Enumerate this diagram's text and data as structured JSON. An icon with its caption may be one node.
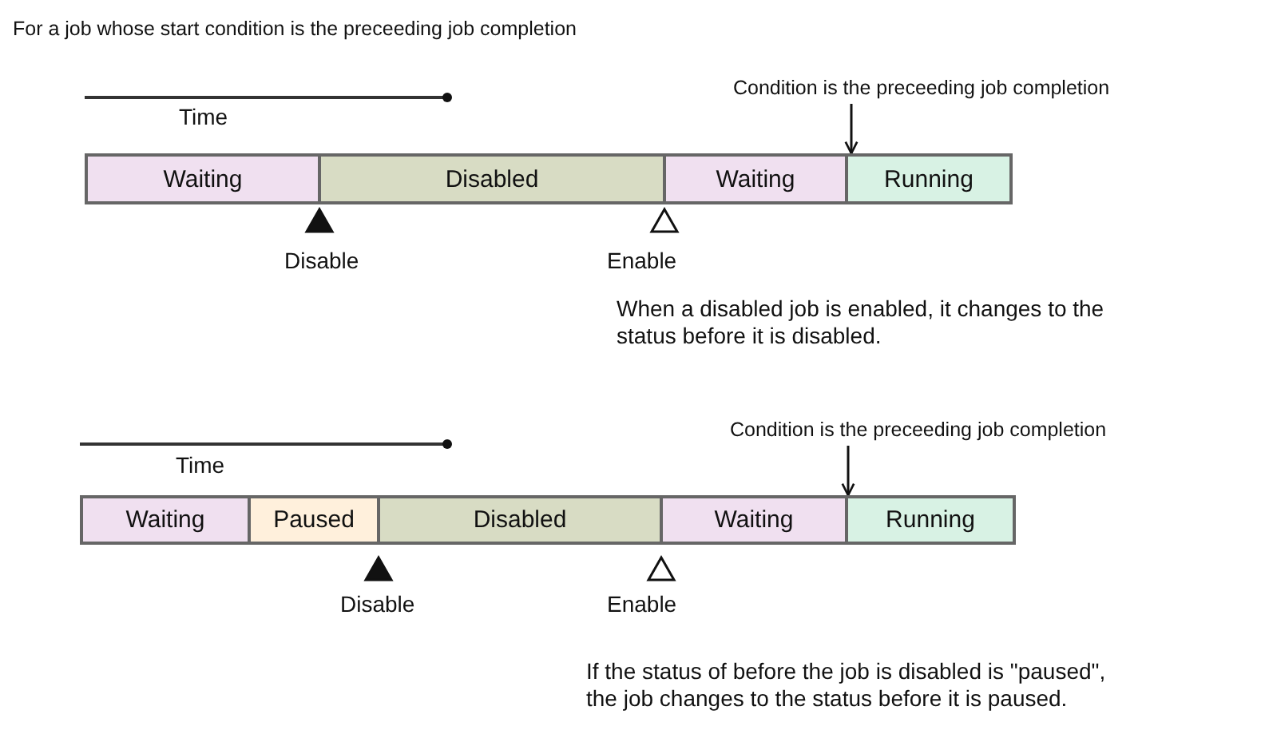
{
  "diagram": {
    "title": "For a job whose start condition is the preceeding job completion",
    "nodes": [
      {
        "text": [
          "Waiting"
        ]
      },
      {
        "text": [
          "Disabled"
        ]
      },
      {
        "text": [
          "Waiting"
        ]
      },
      {
        "text": [
          "Running"
        ]
      },
      {
        "text": [
          "Condition is the preceeding job completion"
        ]
      },
      {
        "text": [
          "Waiting"
        ]
      },
      {
        "text": [
          "Paused"
        ]
      },
      {
        "text": [
          "Disabled"
        ]
      },
      {
        "text": [
          "Waiting"
        ]
      },
      {
        "text": [
          "Running"
        ]
      },
      {
        "text": [
          "Condition is the preceeding job completion"
        ]
      }
    ],
    "edges": [
      {
        "from": 4,
        "to": 3,
        "arrow": "to"
      },
      {
        "from": 10,
        "to": 9,
        "arrow": "to"
      }
    ],
    "labels": [
      "Time",
      "Disable",
      "Enable",
      "When a disabled job is enabled, it changes to the status before it is disabled.",
      "Time",
      "Disable",
      "Enable",
      "If the status of before the job is disabled is \"paused\", the job changes to the status before it is paused."
    ]
  }
}
